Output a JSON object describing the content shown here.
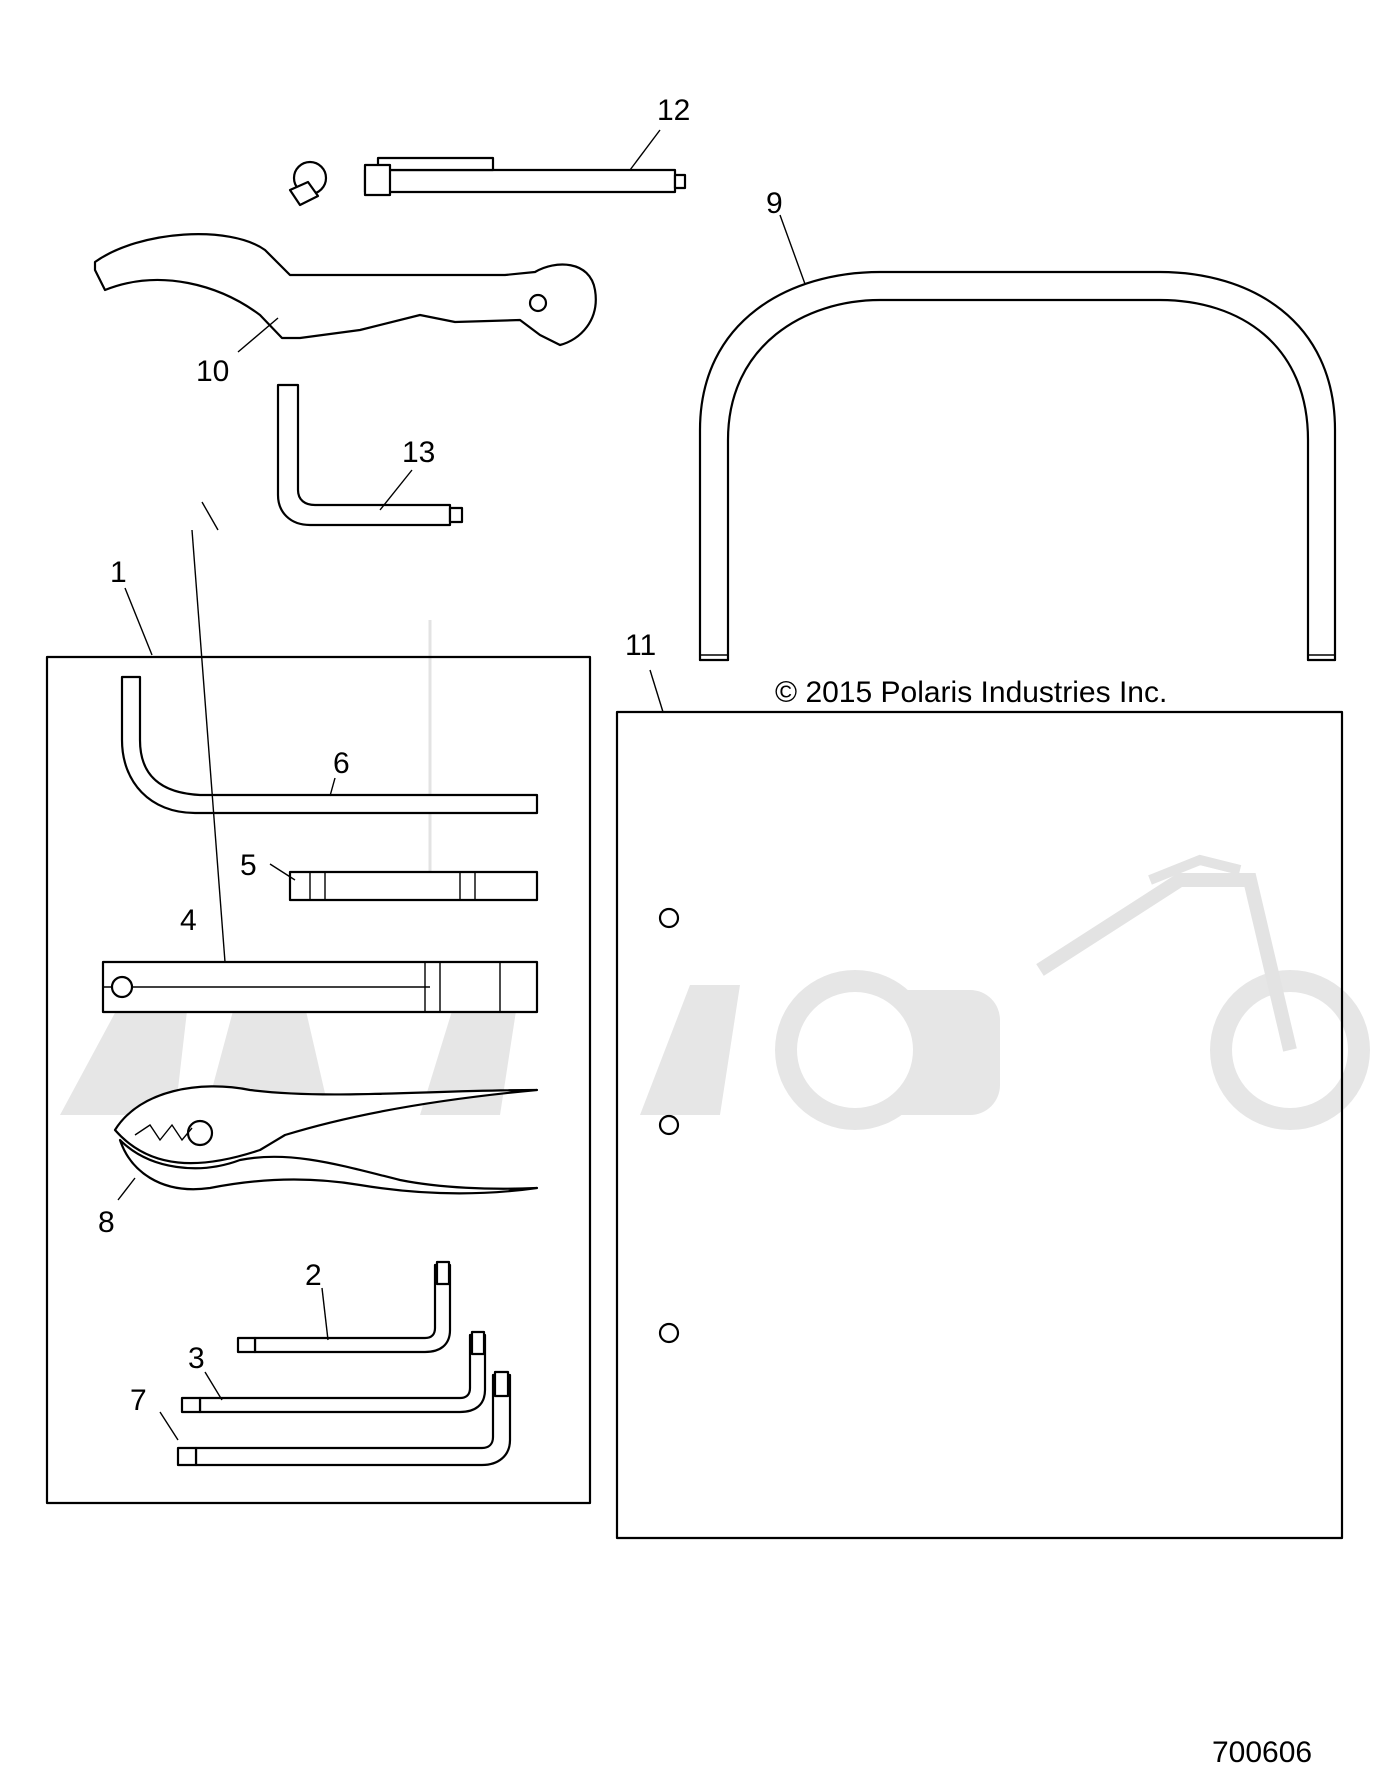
{
  "copyright": "© 2015 Polaris Industries Inc.",
  "drawing_number": "700606",
  "watermark": "NetMoto",
  "callouts": {
    "c1": "1",
    "c2": "2",
    "c3": "3",
    "c4": "4",
    "c5": "5",
    "c6": "6",
    "c7": "7",
    "c8": "8",
    "c9": "9",
    "c10": "10",
    "c11": "11",
    "c12": "12",
    "c13": "13"
  }
}
